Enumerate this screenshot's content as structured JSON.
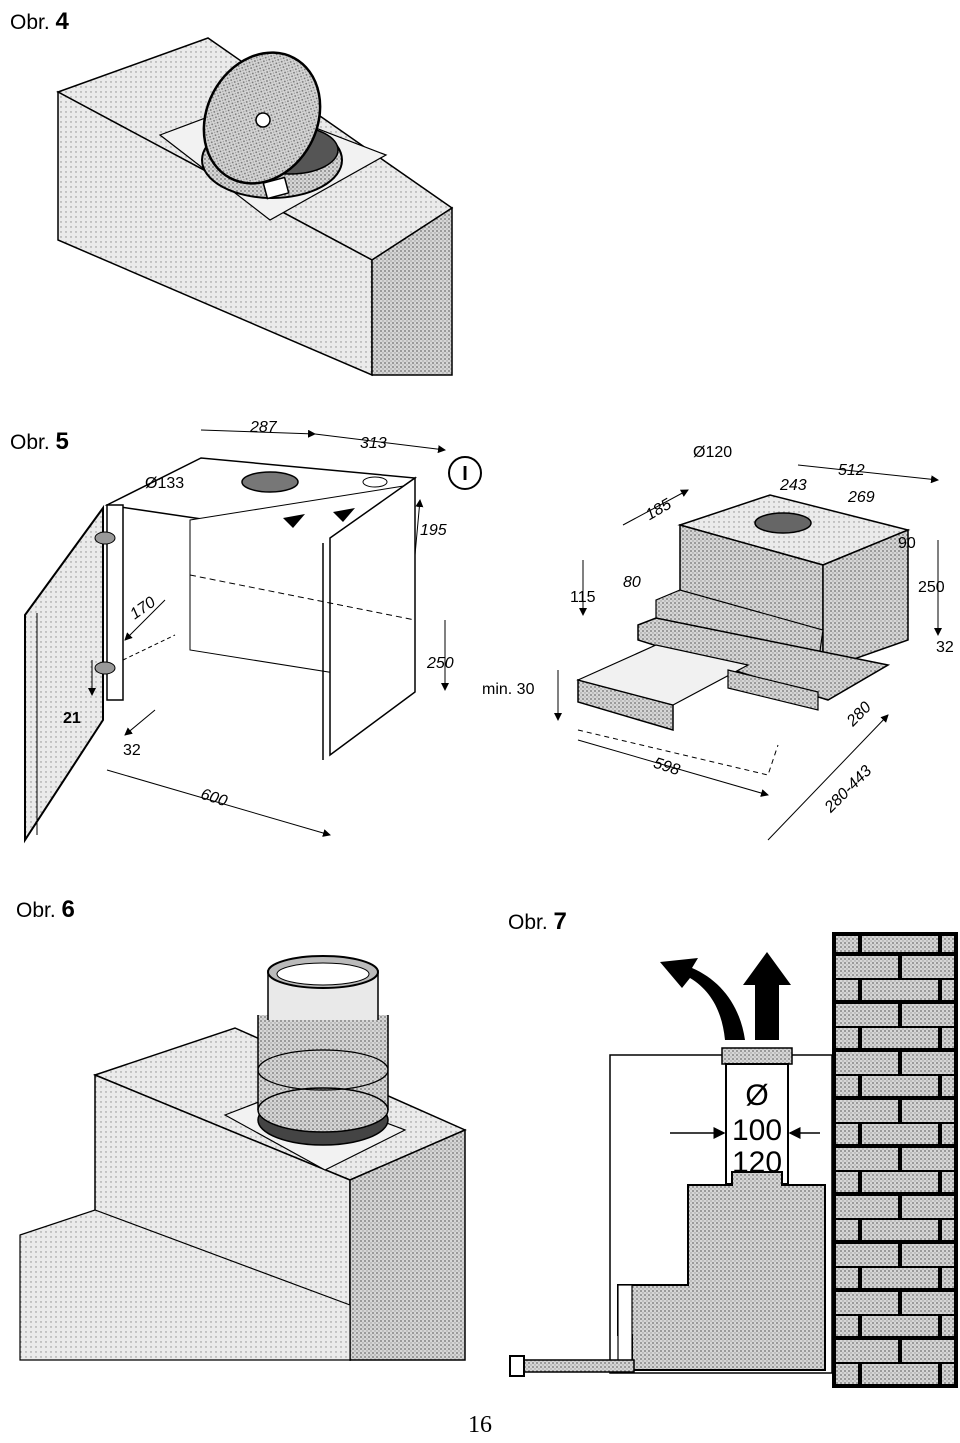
{
  "figures": {
    "fig4": {
      "prefix": "Obr.",
      "number": "4"
    },
    "fig5": {
      "prefix": "Obr.",
      "number": "5",
      "left_dims": {
        "d287": "287",
        "d313": "313",
        "d133": "Ø133",
        "d195": "195",
        "d170": "170",
        "d250": "250",
        "d21": "21",
        "d32": "32",
        "d600": "600"
      },
      "marker": "I",
      "right_dims": {
        "d120": "Ø120",
        "d512": "512",
        "d243": "243",
        "d269": "269",
        "d185": "185",
        "d90": "90",
        "d80": "80",
        "d115": "115",
        "d250": "250",
        "d32": "32",
        "dmin30": "min. 30",
        "d280": "280",
        "d598": "598",
        "d280_443": "280-443"
      }
    },
    "fig6": {
      "prefix": "Obr.",
      "number": "6"
    },
    "fig7": {
      "prefix": "Obr.",
      "number": "7",
      "dia_symbol": "Ø",
      "d100": "100",
      "d120": "120"
    }
  },
  "page_number": "16",
  "colors": {
    "ink": "#000000",
    "stipple": "#b9b9b9",
    "paper": "#ffffff"
  }
}
